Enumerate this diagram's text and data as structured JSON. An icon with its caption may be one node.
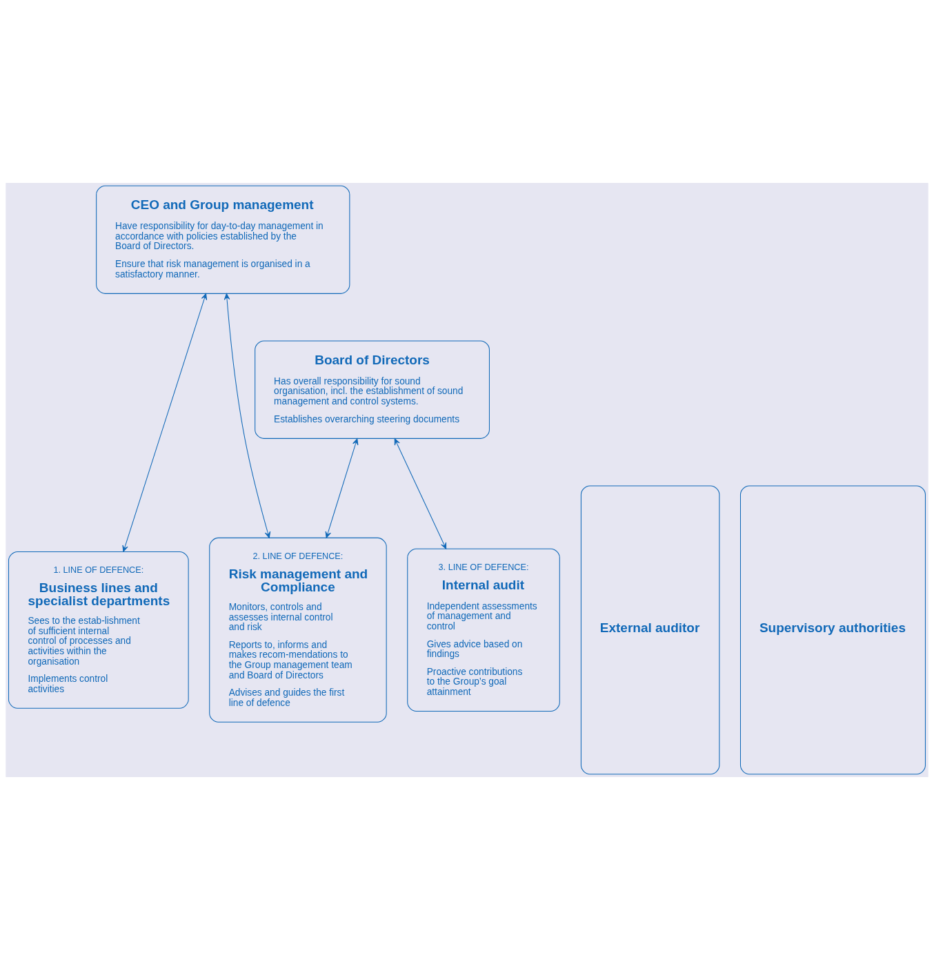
{
  "diagram": {
    "nodes": [
      {
        "text": [
          "Board of Directors",
          "Has overall responsibility for sound organisation, incl. the establishment of sound management and control systems.",
          "Establishes overarching steering documents"
        ]
      },
      {
        "text": [
          "CEO and Group management",
          "Have responsibility for day-to-day management in accordance with policies established by the Board of Directors.",
          "Ensure that risk management is organised in a satisfactory manner."
        ]
      },
      {
        "text": [
          "1. LINE OF DEFENCE:",
          "Business lines and specialist departments",
          "Sees to the estab-lishment of sufficient internal control of processes and activities within the organisation",
          "Implements control activities"
        ]
      },
      {
        "text": [
          "2. LINE OF DEFENCE:",
          "Risk management and Compliance",
          "Monitors, controls and assesses internal control and risk",
          "Reports to, informs and makes recom-mendations to the Group management team and Board of Directors",
          "Advises and guides the first line of defence"
        ]
      },
      {
        "text": [
          "3. LINE OF DEFENCE:",
          "Internal audit",
          "Independent assessments of management and control",
          "Gives advice based on findings",
          "Proactive contributions to the Group’s goal attainment"
        ]
      },
      {
        "text": [
          "External auditor"
        ]
      },
      {
        "text": [
          "Supervisory authorities"
        ]
      }
    ],
    "edges": [
      {
        "from": 1,
        "to": 2,
        "arrow": "both"
      },
      {
        "from": 1,
        "to": 3,
        "arrow": "both"
      },
      {
        "from": 0,
        "to": 3,
        "arrow": "both"
      },
      {
        "from": 0,
        "to": 4,
        "arrow": "both"
      }
    ]
  }
}
